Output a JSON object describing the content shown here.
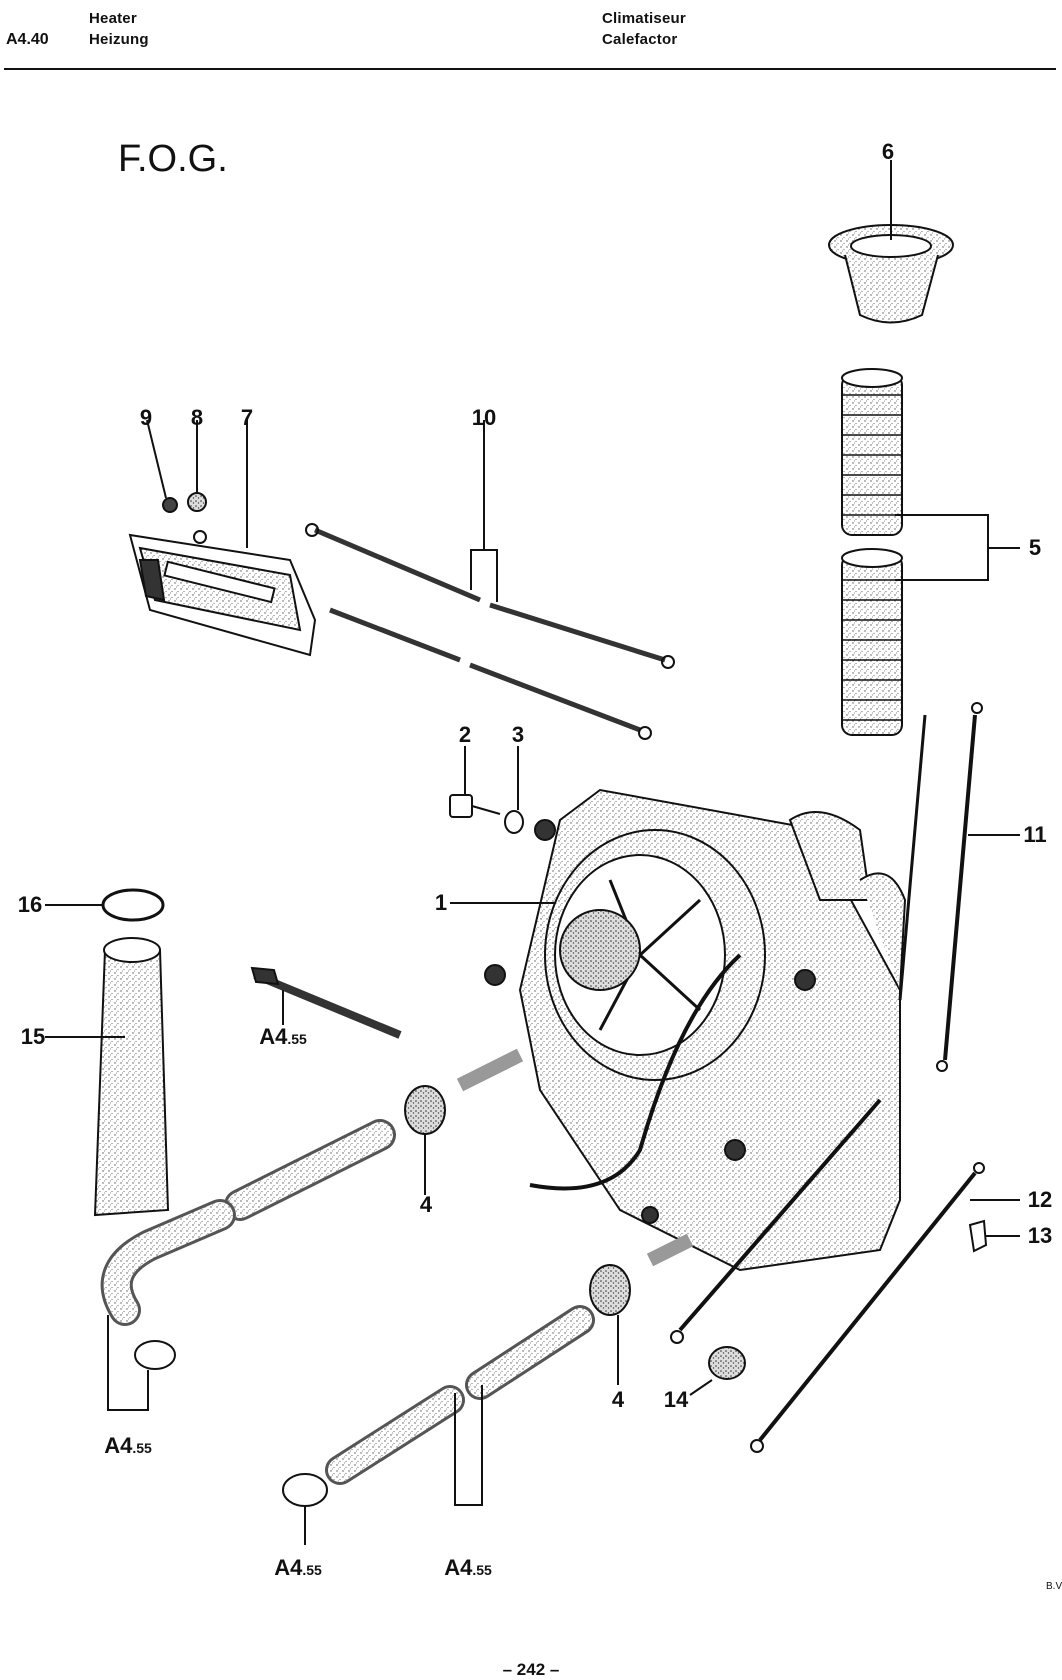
{
  "header": {
    "code": "A4.40",
    "left_line1": "Heater",
    "left_line2": "Heizung",
    "right_line1": "Climatiseur",
    "right_line2": "Calefactor"
  },
  "title": "F.O.G.",
  "callouts": {
    "n1": "1",
    "n2": "2",
    "n3": "3",
    "n4a": "4",
    "n4b": "4",
    "n5": "5",
    "n6": "6",
    "n7": "7",
    "n8": "8",
    "n9": "9",
    "n10": "10",
    "n11": "11",
    "n12": "12",
    "n13": "13",
    "n14": "14",
    "n15": "15",
    "n16": "16"
  },
  "references": {
    "ref_prefix": "A4",
    "ref_suffix": ".55"
  },
  "footer": {
    "page": "– 242 –",
    "initials": "B.V"
  }
}
